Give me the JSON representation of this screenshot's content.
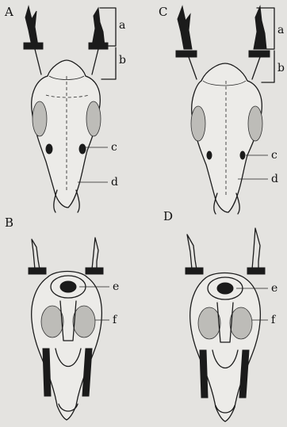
{
  "figure": {
    "panels": [
      {
        "id": "A",
        "label": "A",
        "view": "dorsal"
      },
      {
        "id": "B",
        "label": "B",
        "view": "ventral"
      },
      {
        "id": "C",
        "label": "C",
        "view": "dorsal"
      },
      {
        "id": "D",
        "label": "D",
        "view": "ventral"
      }
    ],
    "parts": {
      "a": "a",
      "b": "b",
      "c": "c",
      "d": "d",
      "e": "e",
      "f": "f"
    }
  }
}
